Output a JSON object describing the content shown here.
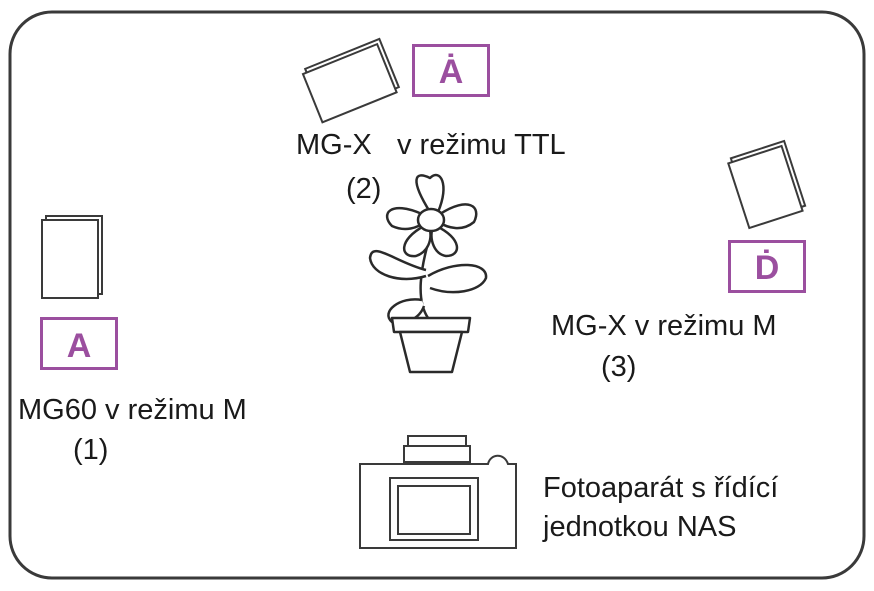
{
  "colors": {
    "badge": "#9b4f9f",
    "outline": "#3a3a3a"
  },
  "flash_1": {
    "channel": "A",
    "label": "MG60 v režimu M",
    "number": "(1)"
  },
  "flash_2": {
    "channel": "Ȧ",
    "label_part1": "MG-X",
    "label_part2": "v režimu TTL",
    "number": "(2)"
  },
  "flash_3": {
    "channel": "Ḋ",
    "label": "MG-X v režimu M",
    "number": "(3)"
  },
  "camera": {
    "label_line1": "Fotoaparát s řídící",
    "label_line2": "jednotkou NAS"
  }
}
